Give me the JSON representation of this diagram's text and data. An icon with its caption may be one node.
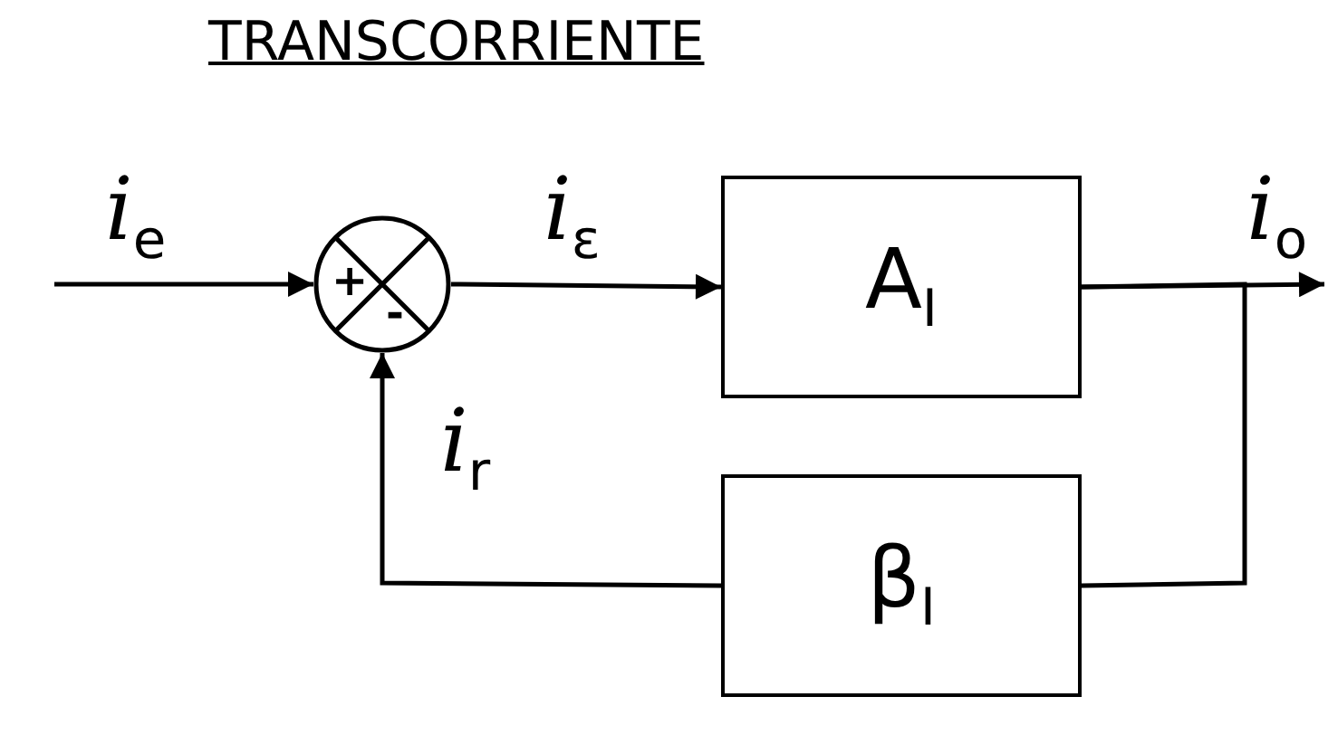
{
  "diagram": {
    "title": "TRANSCORRIENTE",
    "nodes": [
      {
        "text": [
          "+",
          "-"
        ]
      },
      {
        "text": [
          "A$_{I}$"
        ]
      },
      {
        "text": [
          "β$_{I}$"
        ]
      }
    ],
    "edges": [
      {
        "from": null,
        "to": 0,
        "arrow": "to",
        "label": "*i*$_{e}$"
      },
      {
        "from": 0,
        "to": 1,
        "arrow": "to",
        "label": "*i*$_{ε}$"
      },
      {
        "from": 1,
        "to": null,
        "arrow": "to",
        "label": "*i*$_{o}$"
      },
      {
        "from": 1,
        "to": 2,
        "arrow": "none"
      },
      {
        "from": 2,
        "to": 0,
        "arrow": "to",
        "label": "*i*$_{r}$"
      }
    ]
  }
}
